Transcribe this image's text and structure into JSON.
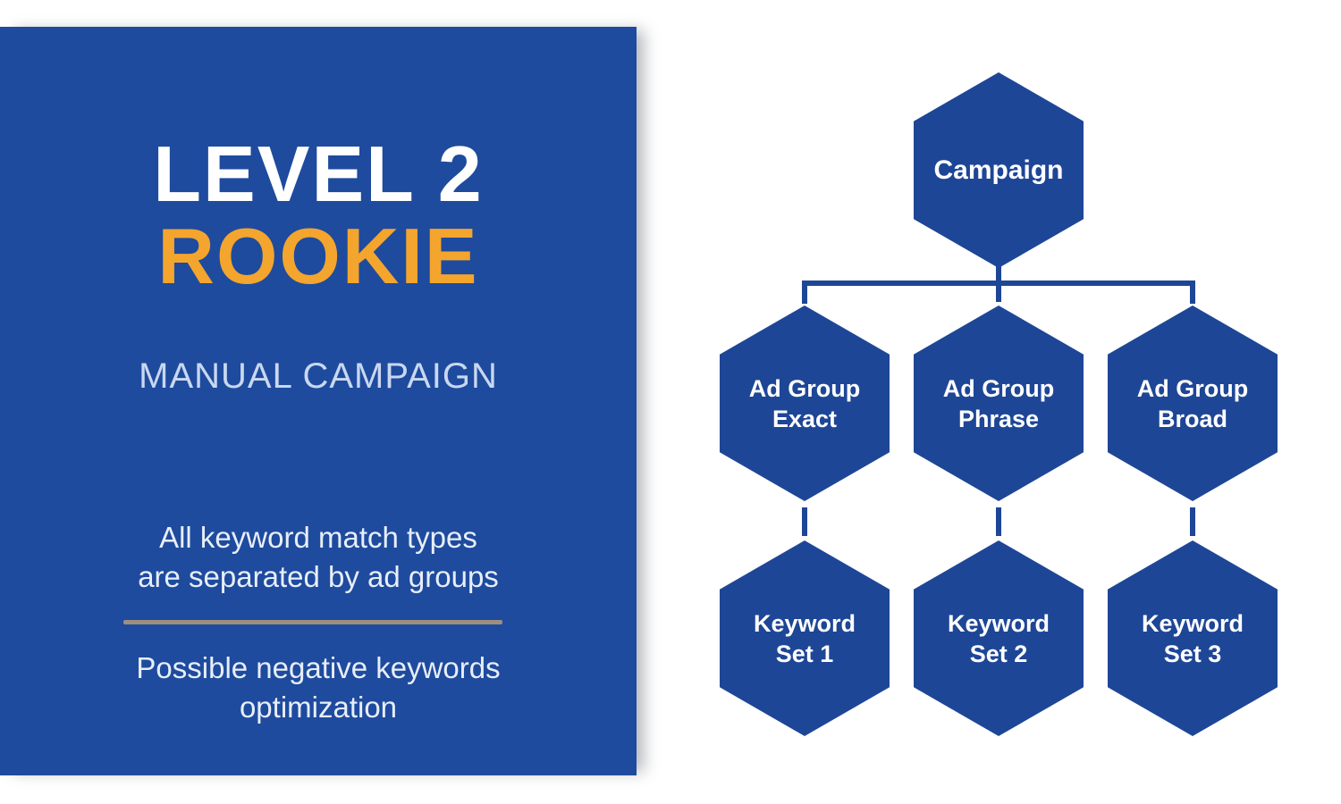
{
  "panel": {
    "title_line1": "LEVEL 2",
    "title_line2": "ROOKIE",
    "subtitle": "MANUAL CAMPAIGN",
    "note1_line1": "All keyword match types",
    "note1_line2": "are separated by ad groups",
    "note2_line1": "Possible negative keywords",
    "note2_line2": "optimization"
  },
  "diagram": {
    "campaign": {
      "label": "Campaign"
    },
    "ad_groups": [
      {
        "line1": "Ad Group",
        "line2": "Exact"
      },
      {
        "line1": "Ad Group",
        "line2": "Phrase"
      },
      {
        "line1": "Ad Group",
        "line2": "Broad"
      }
    ],
    "keyword_sets": [
      {
        "line1": "Keyword",
        "line2": "Set 1"
      },
      {
        "line1": "Keyword",
        "line2": "Set 2"
      },
      {
        "line1": "Keyword",
        "line2": "Set 3"
      }
    ]
  },
  "colors": {
    "panel_blue": "#1E4B9E",
    "hex_blue": "#1E4697",
    "accent_orange": "#F4A52D",
    "divider_tan": "#9E8E80",
    "text_light": "#E8EEF8",
    "subtitle_light": "#C9D8F0"
  }
}
